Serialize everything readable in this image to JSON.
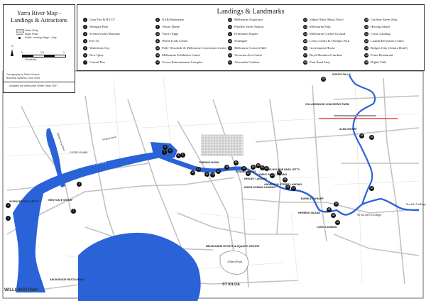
{
  "title_box": {
    "title_line1": "Yarra River Map -",
    "title_line2": "Landings & Attractions",
    "legend_water": "Water Body",
    "legend_road": "Major Road",
    "legend_stage": "Public Landing Stage / Jetty",
    "scale_0": "0",
    "scale_half": "0.5",
    "scale_1": "1",
    "scale_unit": "Kilometres",
    "north": "N",
    "credit1": "Cartography by Parks Victoria",
    "credit2": "Business Systems, June 2006",
    "adapted": "Adapted by Melbourne Water Taxis 2007"
  },
  "landmarks": {
    "title": "Landings & Landmarks",
    "items": [
      {
        "n": "1",
        "label": "Gem Pier & BYCV"
      },
      {
        "n": "2",
        "label": "Westgate Park"
      },
      {
        "n": "3",
        "label": "Scienceworks Museum"
      },
      {
        "n": "4",
        "label": "Pier 35"
      },
      {
        "n": "5",
        "label": "Waterfront City"
      },
      {
        "n": "6",
        "label": "New Quay"
      },
      {
        "n": "7",
        "label": "Central Pier"
      },
      {
        "n": "8",
        "label": "NAB/Watermark"
      },
      {
        "n": "9",
        "label": "Telstra Dome"
      },
      {
        "n": "10",
        "label": "Yarra's Edge"
      },
      {
        "n": "11",
        "label": "World Trade Centre"
      },
      {
        "n": "12",
        "label": "Polly Woodside & Melbourne Convention Centre"
      },
      {
        "n": "13",
        "label": "Melbourne Exhibition Centre"
      },
      {
        "n": "14",
        "label": "Crown Entertainment Complex"
      },
      {
        "n": "15",
        "label": "Melbourne Aquarium"
      },
      {
        "n": "16",
        "label": "Flinders Street Station"
      },
      {
        "n": "17",
        "label": "Federation Square"
      },
      {
        "n": "18",
        "label": "Southgate"
      },
      {
        "n": "19",
        "label": "Melbourne Concert Hall"
      },
      {
        "n": "20",
        "label": "Victorian Arts Centre"
      },
      {
        "n": "21",
        "label": "Alexandra Gardens"
      },
      {
        "n": "22",
        "label": "Sidney Myer Music Bowl"
      },
      {
        "n": "23",
        "label": "Melbourne Park"
      },
      {
        "n": "24",
        "label": "Melbourne Cricket Ground"
      },
      {
        "n": "25",
        "label": "Lexus Centre & Olympic Park"
      },
      {
        "n": "26",
        "label": "Government House"
      },
      {
        "n": "27",
        "label": "Royal Botanical Gardens"
      },
      {
        "n": "28",
        "label": "Punt Road Jetty"
      },
      {
        "n": "29",
        "label": "Caroline Street Jetty"
      },
      {
        "n": "30",
        "label": "Herring Island"
      },
      {
        "n": "31",
        "label": "Como Landing"
      },
      {
        "n": "32",
        "label": "Loanda Reception Centre"
      },
      {
        "n": "33",
        "label": "Rydges Jetty (Amora Hotel)"
      },
      {
        "n": "34",
        "label": "Fenix Restaurant"
      },
      {
        "n": "35",
        "label": "Dights Falls"
      }
    ]
  },
  "map_labels": {
    "williamstown": "WILLIAMSTOWN",
    "st_kilda": "ST KILDA",
    "yarra_river": "Yarra River",
    "maribyrnong": "Maribyrnong River",
    "coode_island": "COODE ISLAND",
    "victoria_dock": "Victoria Dock",
    "scienceworks_jetty": "SCIENCEWORKS JETTY",
    "westgate_wharf": "WESTGATE WHARF",
    "anchorage": "ANCHORAGE RESTAURANT",
    "melbourne_sports": "MELBOURNE SPORTS & AQUATIC CENTRE",
    "albert_park": "Albert Park",
    "burnley_wharf": "BURNLEY WHARF",
    "como_landing": "COMO LANDING",
    "herring_island": "HERRING ISLAND",
    "alma_wharf": "ALMA WHARF",
    "collingwood": "COLLINGWOOD CHILDREN'S FARM",
    "dights_falls_lbl": "DIGHTS FALLS",
    "scotch_college": "Scotch College",
    "st_kevins": "St Kevin's College",
    "olympic_park_landing": "OLYMPIC PARK LANDING",
    "anderson_street": "ANDERSON STREET LANDING",
    "kings_domain": "KINGS DOMAIN LANDING",
    "henley_landing": "HENLEY LANDING",
    "rowing_sheds": "ROWING SHEDS",
    "melbourne_park_jetty": "MELBOURNE PARK JETTY",
    "turning_basin": "TURNING BASIN"
  },
  "colors": {
    "water": "#2a63d8",
    "road": "#b9b9b9",
    "route": "#2a63d8",
    "marker": "#111111",
    "red_line": "#e0201e"
  }
}
